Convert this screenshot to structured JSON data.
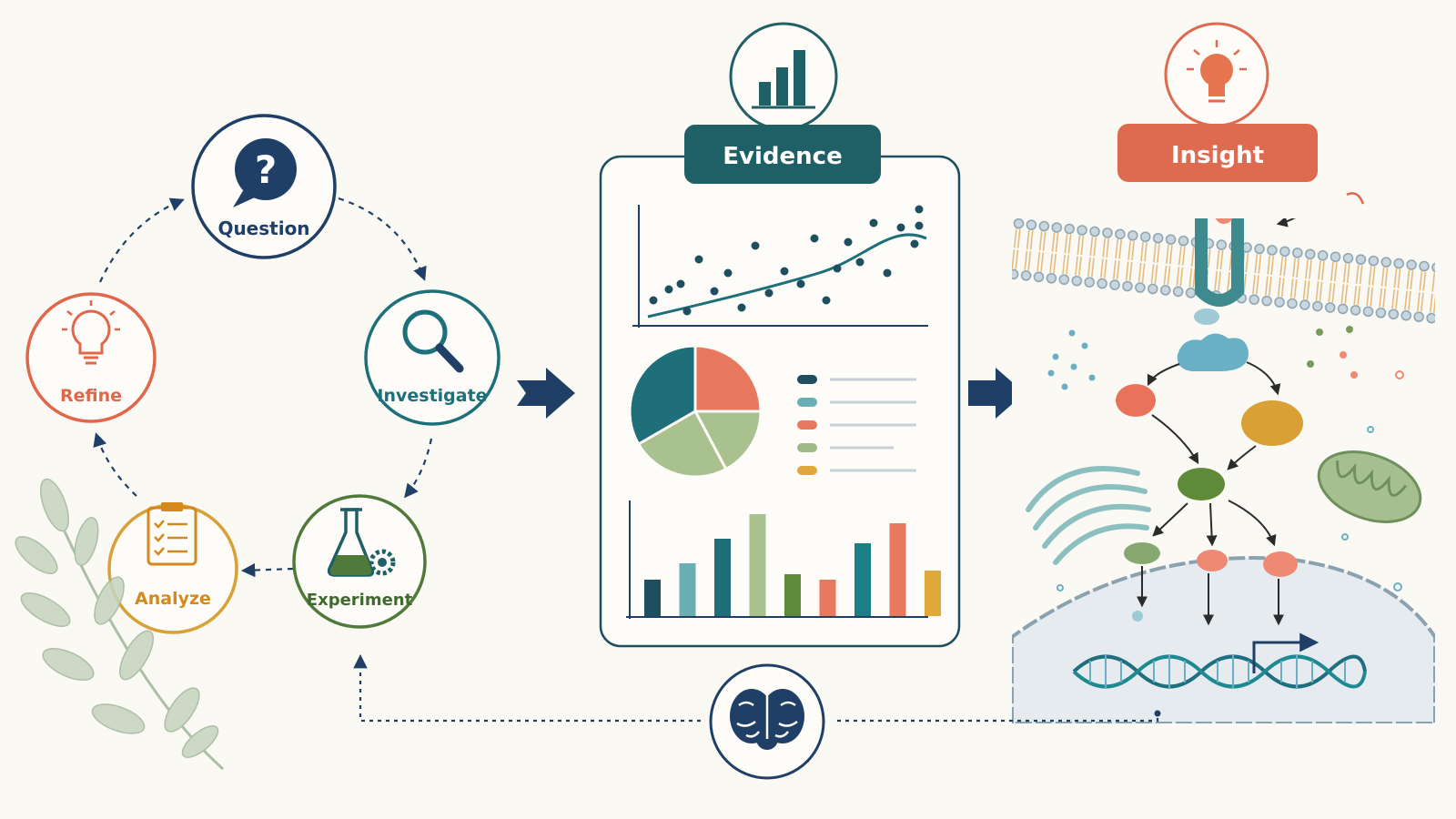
{
  "cycle": {
    "question": "Question",
    "investigate": "Investigate",
    "experiment": "Experiment",
    "analyze": "Analyze",
    "refine": "Refine"
  },
  "evidence": {
    "title": "Evidence"
  },
  "insight": {
    "title": "Insight"
  },
  "colors": {
    "navy": "#1f3f66",
    "teal": "#1d6f7a",
    "green": "#4f7a3a",
    "gold": "#d9a036",
    "coral": "#e0674a",
    "panel_teal": "#1f5f66",
    "panel_coral": "#de6a4f"
  },
  "icons": [
    "question-bubble-icon",
    "magnifier-icon",
    "flask-gear-icon",
    "clipboard-checklist-icon",
    "lightbulb-icon",
    "bar-chart-icon",
    "brain-icon",
    "leaf-branch-icon"
  ]
}
